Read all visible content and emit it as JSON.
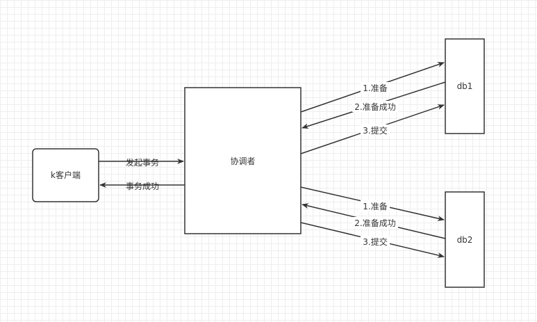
{
  "nodes": {
    "client": "k客户端",
    "coordinator": "协调者",
    "db1": "db1",
    "db2": "db2"
  },
  "edges": {
    "begin_tx": "发起事务",
    "tx_success": "事务成功",
    "db1_prepare": "1.准备",
    "db1_prepare_ok": "2.准备成功",
    "db1_commit": "3.提交",
    "db2_prepare": "1.准备",
    "db2_prepare_ok": "2.准备成功",
    "db2_commit": "3.提交"
  },
  "colors": {
    "stroke": "#333333",
    "grid": "#eeeeee",
    "background": "#ffffff"
  }
}
